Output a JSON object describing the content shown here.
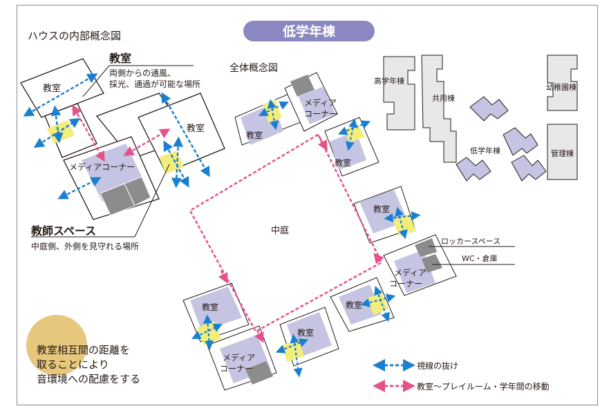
{
  "header": {
    "title": "低学年棟",
    "house_title": "ハウスの内部概念図",
    "overall_title": "全体概念図"
  },
  "house": {
    "room_label_1": "教室",
    "room_label_2": "教室",
    "media_corner": "メディアコーナー",
    "callout_classroom_title": "教室",
    "callout_classroom_desc1": "両側からの通風、",
    "callout_classroom_desc2": "採光、通過が可能な場所",
    "callout_teacher_title": "教師スペース",
    "callout_teacher_desc": "中庭側、外側を見守れる場所"
  },
  "overall": {
    "courtyard": "中庭",
    "top": {
      "classroom_a": "教室",
      "classroom_b": "教室",
      "media_1": "メディア",
      "media_2": "コーナー"
    },
    "right": {
      "classroom_a": "教室",
      "classroom_b": "教室",
      "media_1": "メディア",
      "media_2": "コーナー",
      "locker": "ロッカースペース",
      "wc": "WC・倉庫"
    },
    "bottom": {
      "classroom_a": "教室",
      "classroom_b": "教室",
      "media_1": "メディア",
      "media_2": "コーナー"
    }
  },
  "campus": {
    "upper_grade": "高学年棟",
    "shared": "共用棟",
    "lower_grade": "低学年棟",
    "kindergarten": "幼稚園棟",
    "admin": "管理棟"
  },
  "note": {
    "line1": "教室相互間の距離を",
    "line2": "取ることにより",
    "line3": "音環境への配慮をする"
  },
  "legend": {
    "sightline": "視線の抜け",
    "movement": "教室～プレイルーム・学年間の移動"
  },
  "colors": {
    "purple_pill": "#8b87c0",
    "classroom_fill": "#c5c4e2",
    "teacher_space": "#f3ee7a",
    "store_gray": "#8c8c8c",
    "blue_arrow": "#1b7fd0",
    "pink_arrow": "#e5528a",
    "note_circle": "#e6c77d"
  }
}
